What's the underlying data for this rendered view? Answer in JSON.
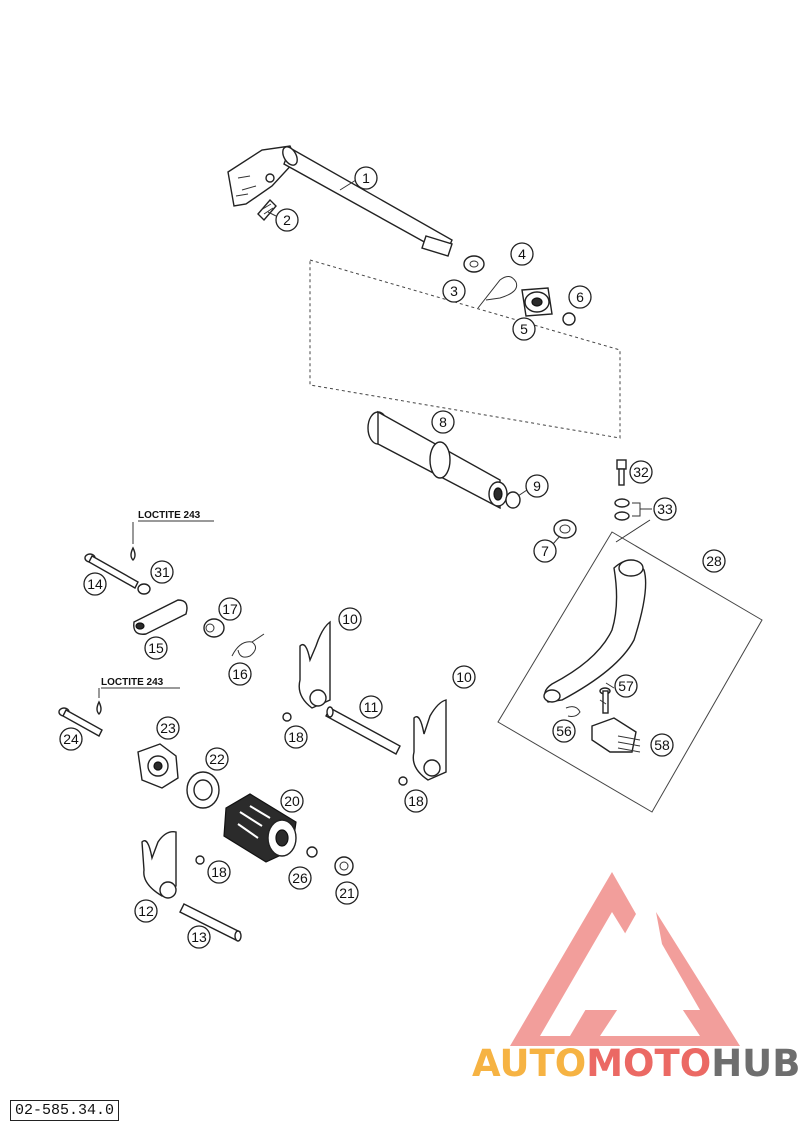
{
  "diagram_code": "02-585.34.0",
  "loctite_labels": [
    "LOCTITE 243",
    "LOCTITE 243"
  ],
  "callouts": [
    "1",
    "2",
    "3",
    "4",
    "5",
    "6",
    "8",
    "9",
    "32",
    "33",
    "7",
    "28",
    "14",
    "31",
    "15",
    "17",
    "16",
    "10",
    "10",
    "11",
    "18",
    "57",
    "56",
    "58",
    "24",
    "23",
    "22",
    "20",
    "18",
    "12",
    "18",
    "26",
    "21",
    "13"
  ],
  "watermark": {
    "part1": "AUTO",
    "part2": "MOTO",
    "part3": "HUB",
    "color1": "#f5a623",
    "color2": "#e8504a",
    "color3": "#555555",
    "logo_color": "#e8504a"
  }
}
